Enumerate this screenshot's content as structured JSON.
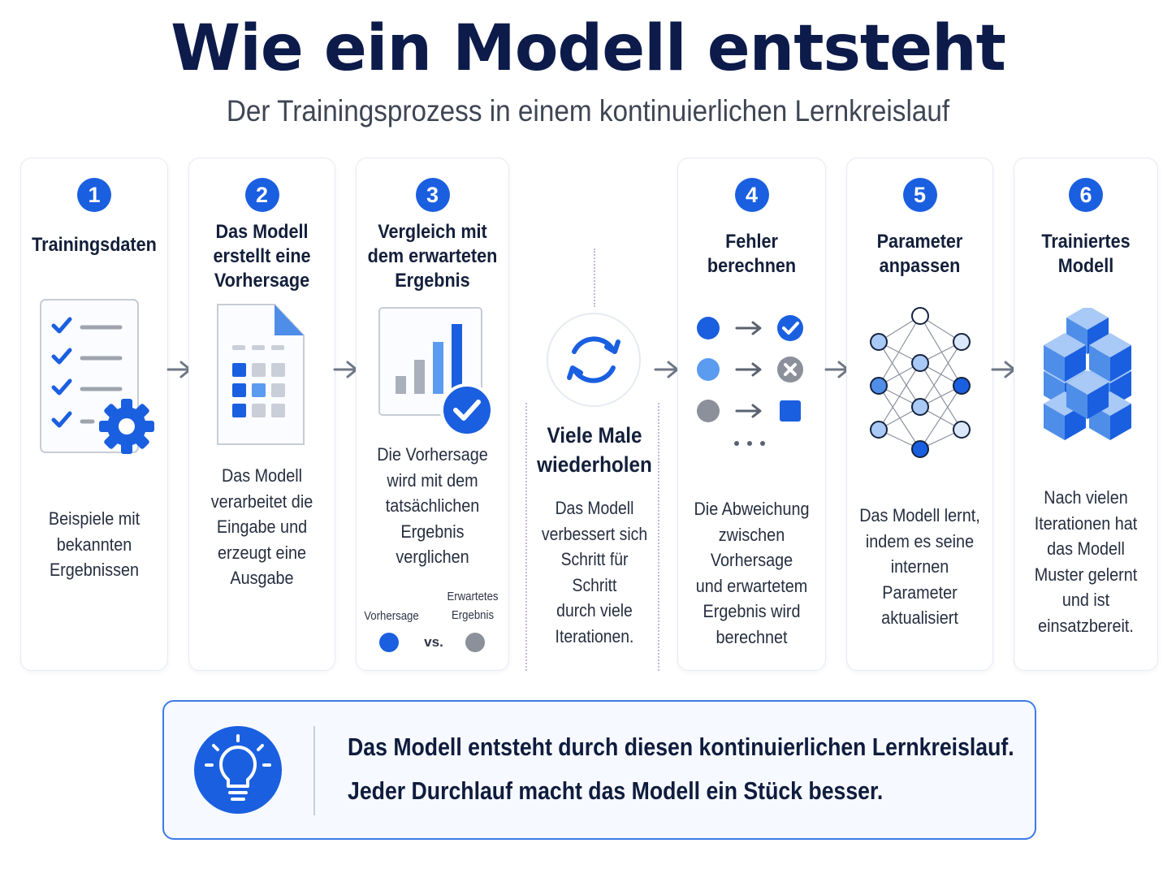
{
  "title": "Wie ein Modell entsteht",
  "subtitle": "Der Trainingsprozess in einem kontinuierlichen Lernkreislauf",
  "steps": [
    {
      "number": "1",
      "title": [
        "Trainingsdaten"
      ],
      "desc": [
        "Beispiele mit",
        "bekannten",
        "Ergebnissen"
      ]
    },
    {
      "number": "2",
      "title": [
        "Das Modell",
        "erstellt eine",
        "Vorhersage"
      ],
      "desc": [
        "Das Modell",
        "verarbeitet die",
        "Eingabe und",
        "erzeugt eine",
        "Ausgabe"
      ]
    },
    {
      "number": "3",
      "title": [
        "Vergleich mit",
        "dem erwarteten",
        "Ergebnis"
      ],
      "desc": [
        "Die Vorhersage",
        "wird mit dem",
        "tatsächlichen",
        "Ergebnis",
        "verglichen"
      ]
    },
    {
      "number": "4",
      "title": [
        "Fehler",
        "berechnen"
      ],
      "desc": [
        "Die Abweichung",
        "zwischen Vorhersage",
        "und erwartetem",
        "Ergebnis wird",
        "berechnet"
      ]
    },
    {
      "number": "5",
      "title": [
        "Parameter",
        "anpassen"
      ],
      "desc": [
        "Das Modell lernt,",
        "indem es seine",
        "internen Parameter",
        "aktualisiert"
      ]
    },
    {
      "number": "6",
      "title": [
        "Trainiertes",
        "Modell"
      ],
      "desc": [
        "Nach vielen",
        "Iterationen hat",
        "das Modell",
        "Muster gelernt",
        "und ist",
        "einsatzbereit."
      ]
    }
  ],
  "compare": {
    "prediction": "Vorhersage",
    "vs": "vs.",
    "expected": [
      "Erwartetes",
      "Ergebnis"
    ]
  },
  "loop": {
    "title": [
      "Viele Male",
      "wiederholen"
    ],
    "desc": [
      "Das Modell",
      "verbessert sich",
      "Schritt für Schritt",
      "durch viele",
      "Iterationen."
    ]
  },
  "callout": [
    "Das Modell entsteht durch diesen kontinuierlichen Lernkreislauf.",
    "Jeder Durchlauf macht das Modell ein Stück besser."
  ],
  "colors": {
    "accent": "#1a5fe0",
    "navy": "#0c1b4a",
    "light_blue": "#5b9bf0",
    "gray": "#8b909b",
    "callout_border": "#3d7be8"
  },
  "icons": [
    "checklist-gear-icon",
    "document-grid-icon",
    "bar-chart-check-icon",
    "refresh-cycle-icon",
    "error-mapping-icon",
    "neural-network-icon",
    "cube-stack-icon",
    "lightbulb-icon",
    "arrow-right-icon"
  ]
}
